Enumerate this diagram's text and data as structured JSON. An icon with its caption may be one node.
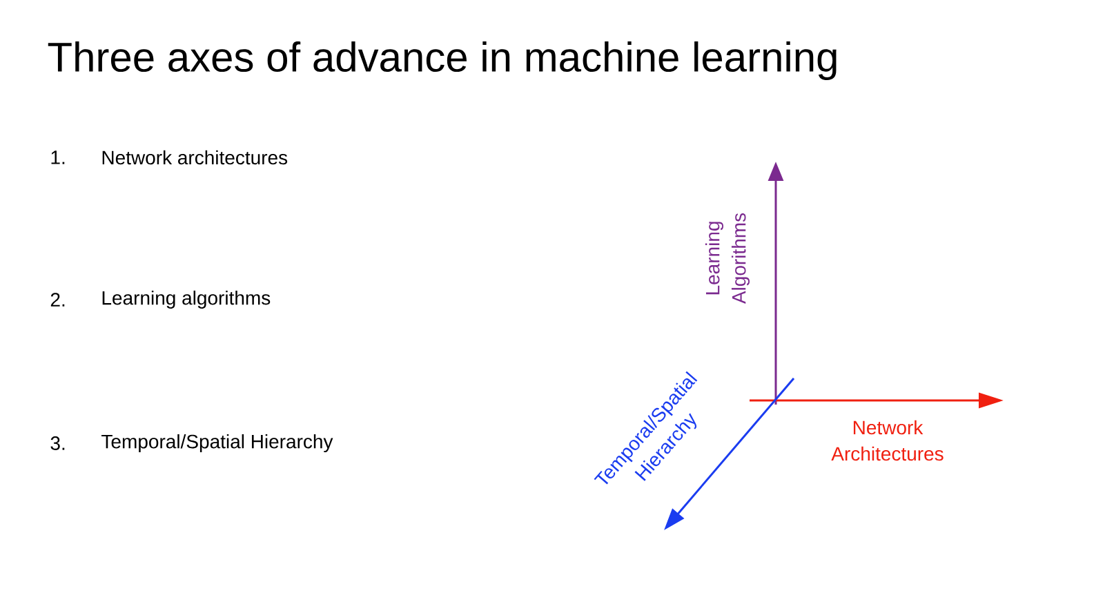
{
  "diagram": {
    "title": "Three axes of advance in machine learning",
    "labels": [
      "1.",
      "Network architectures",
      "2.",
      "Learning algorithms",
      "3.",
      "Temporal/Spatial Hierarchy",
      "Learning Algorithms",
      "Temporal/Spatial Hierarchy",
      "Network Architectures"
    ]
  }
}
